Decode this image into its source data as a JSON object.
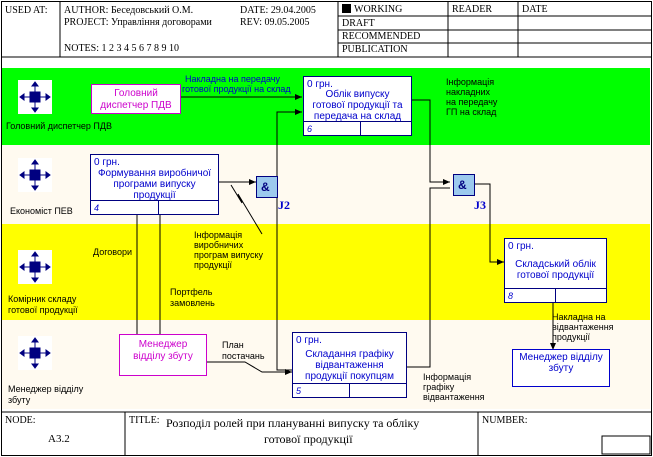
{
  "header": {
    "used_at": "USED AT:",
    "author": "AUTHOR: Беседовський О.М.",
    "project": "PROJECT: Управління договорами",
    "date": "DATE: 29.04.2005",
    "rev": "REV:    09.05.2005",
    "notes": "NOTES: 1 2 3 4 5 6 7 8 9 10",
    "working": "WORKING",
    "draft": "DRAFT",
    "recommended": "RECOMMENDED",
    "publication": "PUBLICATION",
    "reader": "READER",
    "date2": "DATE"
  },
  "lanes": [
    {
      "name": "Головний диспетчер ПДВ",
      "color": "#00ff00"
    },
    {
      "name": "Економіст ПЕВ",
      "color": "#fffaf0"
    },
    {
      "name": "Комірник складу готової продукції",
      "color": "#ffff00"
    },
    {
      "name": "Менеджер відділу збуту",
      "color": "#fffaf0"
    }
  ],
  "boxes": {
    "b6": {
      "cost": "0 грн.",
      "label1": "Облік випуску",
      "label2": "готової продукції та",
      "label3": "передача на склад",
      "num": "6"
    },
    "b4": {
      "cost": "0 грн.",
      "label1": "Формування виробничої",
      "label2": "програми випуску",
      "label3": "продукції",
      "num": "4"
    },
    "b8": {
      "cost": "0 грн.",
      "label1": "Складський облік",
      "label2": "готової продукції",
      "num": "8"
    },
    "b5": {
      "cost": "0 грн.",
      "label1": "Складання графіку",
      "label2": "відвантаження",
      "label3": "продукції покупцям",
      "num": "5"
    }
  },
  "external": {
    "dispatcher1": "Головний",
    "dispatcher2": "диспетчер ПДВ",
    "manager1": "Менеджер",
    "manager2": "відділу збуту",
    "manager_out1": "Менеджер відділу",
    "manager_out2": "збуту"
  },
  "junctions": {
    "j2": "J2",
    "j3": "J3",
    "amp": "&"
  },
  "arrows": {
    "nakladna1": "Накладна на передачу",
    "nakladna2": "готової продукції на склад",
    "info_nakl1": "Інформація",
    "info_nakl2": "накладних",
    "info_nakl3": "на передачу",
    "info_nakl4": "ГП на склад",
    "dogovory": "Договори",
    "info_prog1": "Інформація",
    "info_prog2": "виробничих",
    "info_prog3": "програм випуску",
    "info_prog4": "продукції",
    "portfel1": "Портфель",
    "portfel2": "замовлень",
    "plan1": "План",
    "plan2": "постачань",
    "info_graf1": "Інформація",
    "info_graf2": "графіку",
    "info_graf3": "відвантаження",
    "nakl_vidv1": "Накладна на",
    "nakl_vidv2": "відвантаження",
    "nakl_vidv3": "продукції"
  },
  "footer": {
    "node_label": "NODE:",
    "node_value": "А3.2",
    "title_label": "TITLE:",
    "title1": "Розподіл ролей при плануванні випуску та обліку",
    "title2": "готової продукції",
    "number_label": "NUMBER:"
  }
}
